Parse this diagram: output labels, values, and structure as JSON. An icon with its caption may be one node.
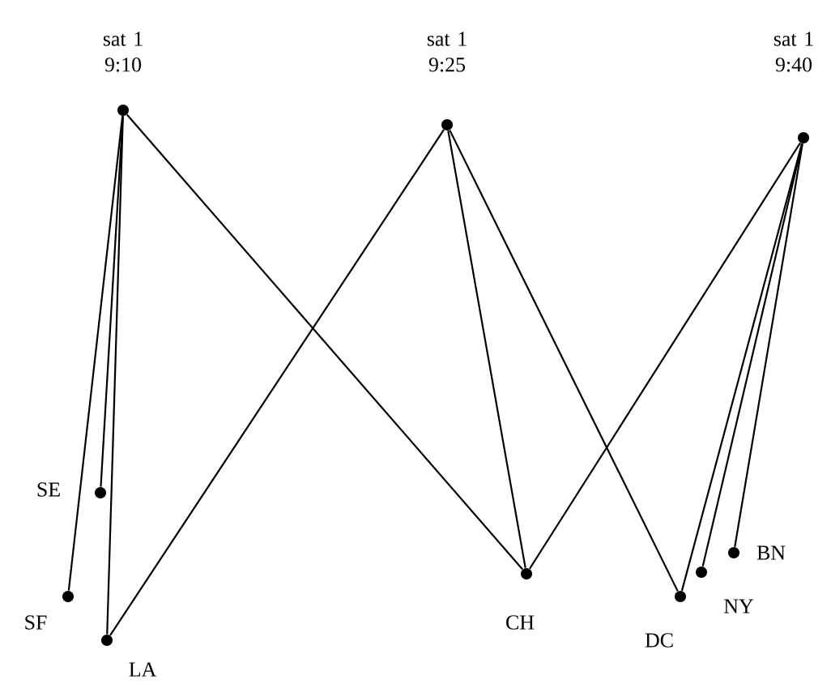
{
  "diagram": {
    "nodes": [
      {
        "text": [
          "sat 1 9:10"
        ]
      },
      {
        "text": [
          "sat 1 9:25"
        ]
      },
      {
        "text": [
          "sat 1 9:40"
        ]
      },
      {
        "text": [
          "SE"
        ]
      },
      {
        "text": [
          "SF"
        ]
      },
      {
        "text": [
          "LA"
        ]
      },
      {
        "text": [
          "CH"
        ]
      },
      {
        "text": [
          "DC"
        ]
      },
      {
        "text": [
          "NY"
        ]
      },
      {
        "text": [
          "BN"
        ]
      }
    ],
    "edges": [
      {
        "from": 0,
        "to": 4,
        "arrow": "none"
      },
      {
        "from": 0,
        "to": 3,
        "arrow": "none"
      },
      {
        "from": 0,
        "to": 5,
        "arrow": "none"
      },
      {
        "from": 0,
        "to": 6,
        "arrow": "none"
      },
      {
        "from": 1,
        "to": 5,
        "arrow": "none"
      },
      {
        "from": 1,
        "to": 6,
        "arrow": "none"
      },
      {
        "from": 1,
        "to": 7,
        "arrow": "none"
      },
      {
        "from": 2,
        "to": 6,
        "arrow": "none"
      },
      {
        "from": 2,
        "to": 7,
        "arrow": "none"
      },
      {
        "from": 2,
        "to": 8,
        "arrow": "none"
      },
      {
        "from": 2,
        "to": 9,
        "arrow": "none"
      }
    ]
  }
}
